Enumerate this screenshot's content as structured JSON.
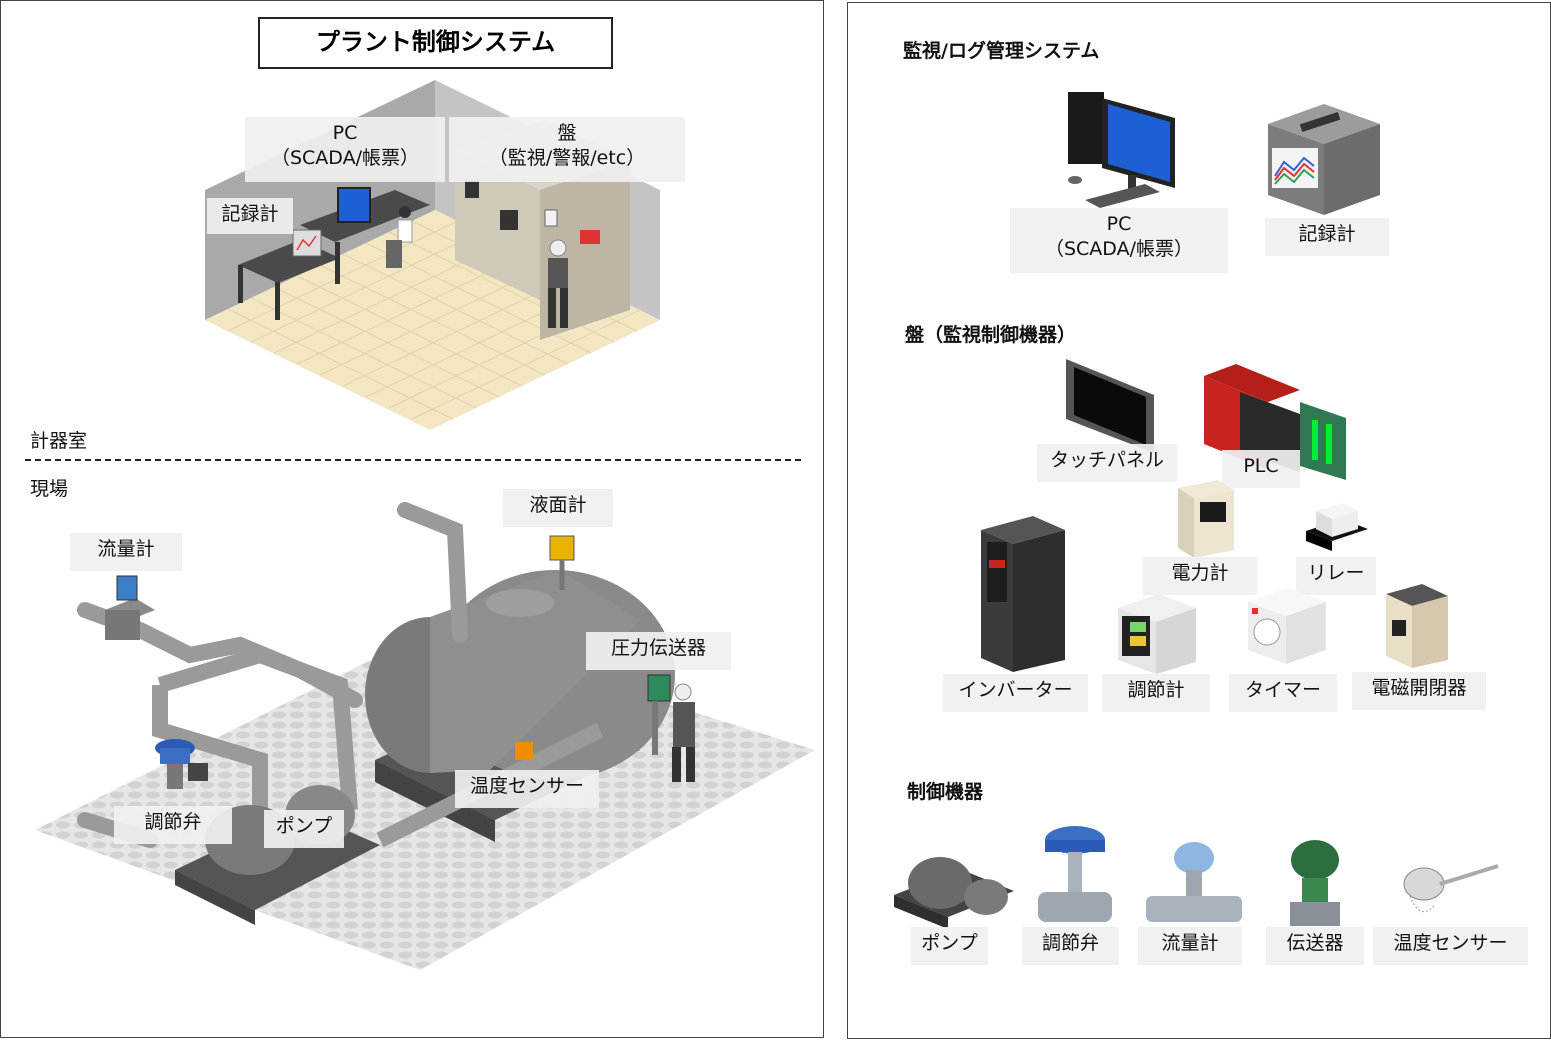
{
  "left_panel": {
    "title": "プラント制御システム",
    "control_room": {
      "pc_label_line1": "PC",
      "pc_label_line2": "（SCADA/帳票）",
      "panel_label_line1": "盤",
      "panel_label_line2": "（監視/警報/etc）",
      "recorder_label": "記録計"
    },
    "area_top_label": "計器室",
    "area_bottom_label": "現場",
    "field": {
      "flowmeter_label": "流量計",
      "level_gauge_label": "液面計",
      "pressure_tx_label": "圧力伝送器",
      "temp_sensor_label": "温度センサー",
      "control_valve_label": "調節弁",
      "pump_label": "ポンプ"
    }
  },
  "right_panel": {
    "section_monitor": {
      "heading": "監視/ログ管理システム",
      "pc_label_line1": "PC",
      "pc_label_line2": "（SCADA/帳票）",
      "recorder_label": "記録計"
    },
    "section_panel": {
      "heading": "盤（監視制御機器）",
      "touch_panel_label": "タッチパネル",
      "plc_label": "PLC",
      "power_meter_label": "電力計",
      "relay_label": "リレー",
      "inverter_label": "インバーター",
      "controller_label": "調節計",
      "timer_label": "タイマー",
      "contactor_label": "電磁開閉器"
    },
    "section_control": {
      "heading": "制御機器",
      "pump_label": "ポンプ",
      "valve_label": "調節弁",
      "flowmeter_label": "流量計",
      "transmitter_label": "伝送器",
      "temp_sensor_label": "温度センサー"
    }
  },
  "colors": {
    "panel_border": "#444444",
    "label_bg": "#f0f0f0",
    "floor_tile": "#f3e6c3",
    "machine_gray": "#8a8a8a",
    "pipe_gray": "#9a9a9a",
    "monitor_blue": "#1f5fd6",
    "valve_blue": "#3a6fc4",
    "accent_yellow": "#e8b400",
    "accent_orange": "#f08c00",
    "plc_red": "#c8231e"
  }
}
